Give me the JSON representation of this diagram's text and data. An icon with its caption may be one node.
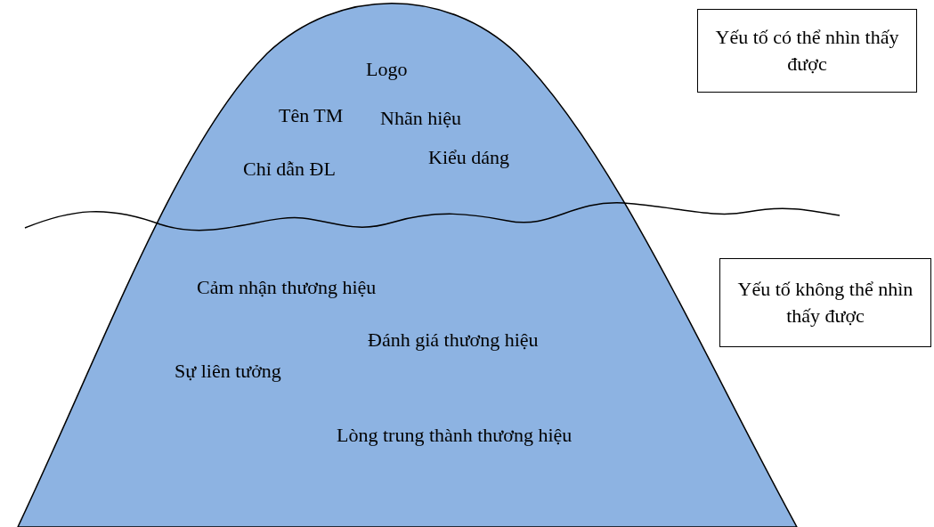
{
  "diagram": {
    "nodes": [
      {
        "text": [
          "Yếu tố có thể nhìn thấy được"
        ]
      },
      {
        "text": [
          "Yếu tố không thể nhìn thấy được"
        ]
      }
    ],
    "edges": [],
    "labels": [
      "Logo",
      "Tên TM",
      "Nhãn hiệu",
      "Chỉ dẫn ĐL",
      "Kiểu dáng",
      "Cảm nhận thương hiệu",
      "Đánh giá thương hiệu",
      "Sự liên tưởng",
      "Lòng trung thành thương hiệu"
    ]
  }
}
